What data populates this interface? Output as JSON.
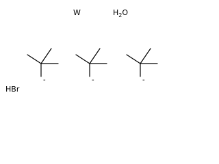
{
  "molecule": {
    "tungsten": "W",
    "water": {
      "symbol": "H",
      "subscript": "2",
      "suffix": "O"
    },
    "hydrogen_bromide": "HBr",
    "tert_butyl_charges": [
      "-",
      "-",
      "-"
    ]
  },
  "colors": {
    "bond": "#000000",
    "text": "#000000",
    "background": "#ffffff"
  }
}
